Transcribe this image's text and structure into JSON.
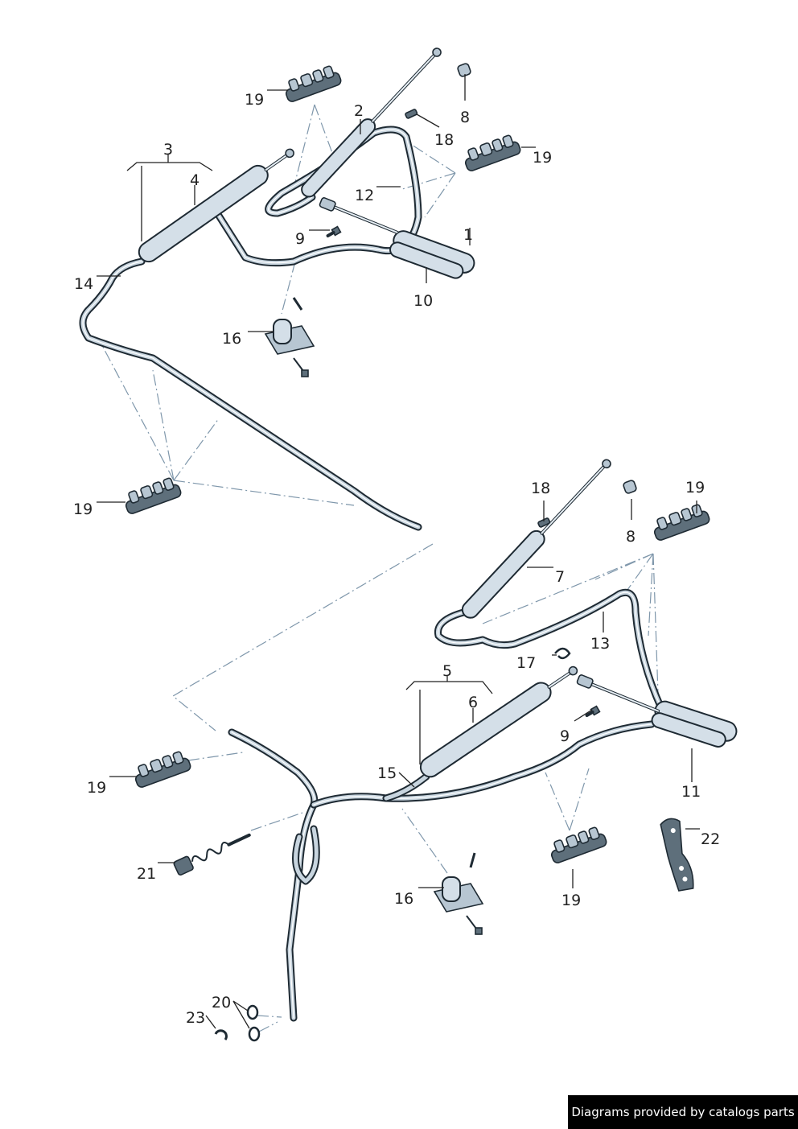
{
  "callouts": {
    "c1": "1",
    "c2": "2",
    "c3": "3",
    "c4": "4",
    "c5": "5",
    "c6": "6",
    "c7": "7",
    "c8a": "8",
    "c8b": "8",
    "c9a": "9",
    "c9b": "9",
    "c10": "10",
    "c11": "11",
    "c12": "12",
    "c13": "13",
    "c14": "14",
    "c15": "15",
    "c16a": "16",
    "c16b": "16",
    "c17": "17",
    "c18a": "18",
    "c18b": "18",
    "c19a": "19",
    "c19b": "19",
    "c19c": "19",
    "c19d": "19",
    "c19e": "19",
    "c19f": "19",
    "c20": "20",
    "c21": "21",
    "c22": "22",
    "c23": "23"
  },
  "footer": {
    "text": "Diagrams provided by catalogs parts"
  },
  "colors": {
    "line": "#1e2a33",
    "part_fill": "#d4dfe8",
    "dashed_leader": "#7f97ab",
    "footer_bg": "#000000"
  }
}
